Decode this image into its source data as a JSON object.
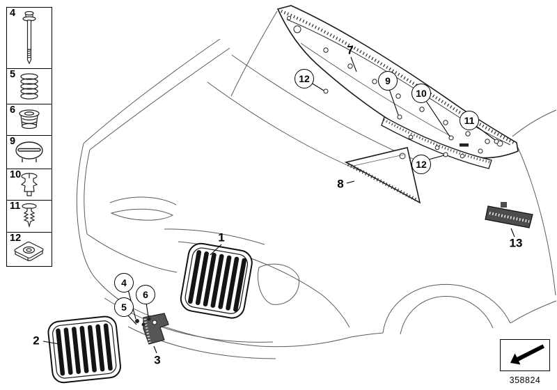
{
  "sidebar": {
    "items": [
      {
        "label": "4",
        "part": "mounting-screw"
      },
      {
        "label": "5",
        "part": "compression-spring"
      },
      {
        "label": "6",
        "part": "rubber-grommet"
      },
      {
        "label": "9",
        "part": "cover-cap"
      },
      {
        "label": "10",
        "part": "expanding-rivet"
      },
      {
        "label": "11",
        "part": "plastic-rivet"
      },
      {
        "label": "12",
        "part": "speed-nut"
      }
    ]
  },
  "callouts": {
    "plain": [
      {
        "label": "7"
      },
      {
        "label": "1"
      },
      {
        "label": "8"
      },
      {
        "label": "13"
      },
      {
        "label": "2"
      },
      {
        "label": "3"
      }
    ],
    "circled": [
      {
        "label": "12"
      },
      {
        "label": "9"
      },
      {
        "label": "10"
      },
      {
        "label": "11"
      },
      {
        "label": "12"
      },
      {
        "label": "4"
      },
      {
        "label": "5"
      },
      {
        "label": "6"
      }
    ]
  },
  "footer": {
    "diagram_number": "358824"
  }
}
